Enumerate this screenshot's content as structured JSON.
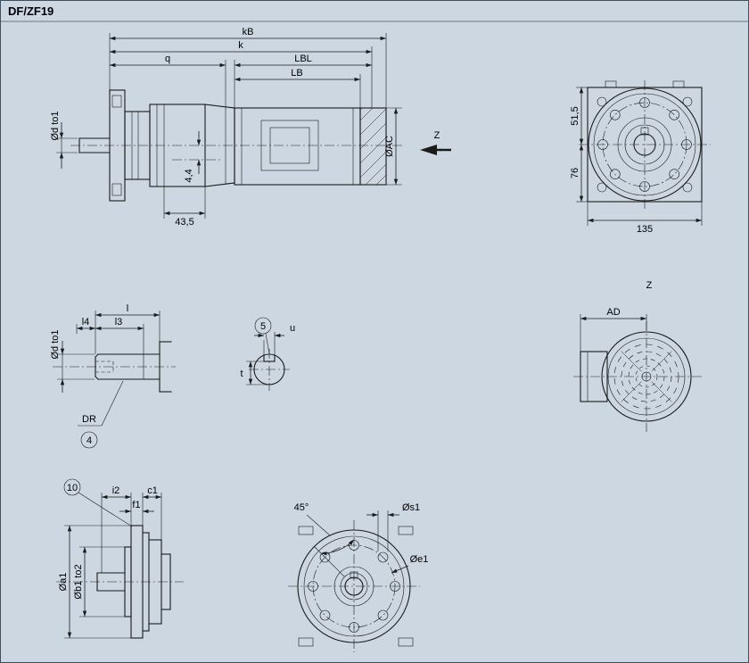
{
  "title": "DF/ZF19",
  "side_view": {
    "kB": "kB",
    "k": "k",
    "q": "q",
    "LBL": "LBL",
    "LB": "LB",
    "shaft_dia": "Ød to1",
    "motor_dia": "ØAC",
    "offset": "4,4",
    "foot": "43,5",
    "view_arrow": "Z"
  },
  "front_view": {
    "upper": "51,5",
    "lower": "76",
    "width": "135"
  },
  "shaft_view": {
    "l": "l",
    "l3": "l3",
    "l4": "l4",
    "dia": "Ød to1",
    "dr": "DR",
    "note": "4"
  },
  "key_section": {
    "note": "5",
    "u": "u",
    "t": "t"
  },
  "rear_view": {
    "label": "Z",
    "ad": "AD"
  },
  "flange_side_view": {
    "note": "10",
    "i2": "i2",
    "c1": "c1",
    "f1": "f1",
    "a1": "Øa1",
    "b1": "Øb1 to2"
  },
  "flange_front_view": {
    "angle": "45°",
    "s1": "Øs1",
    "e1": "Øe1"
  }
}
